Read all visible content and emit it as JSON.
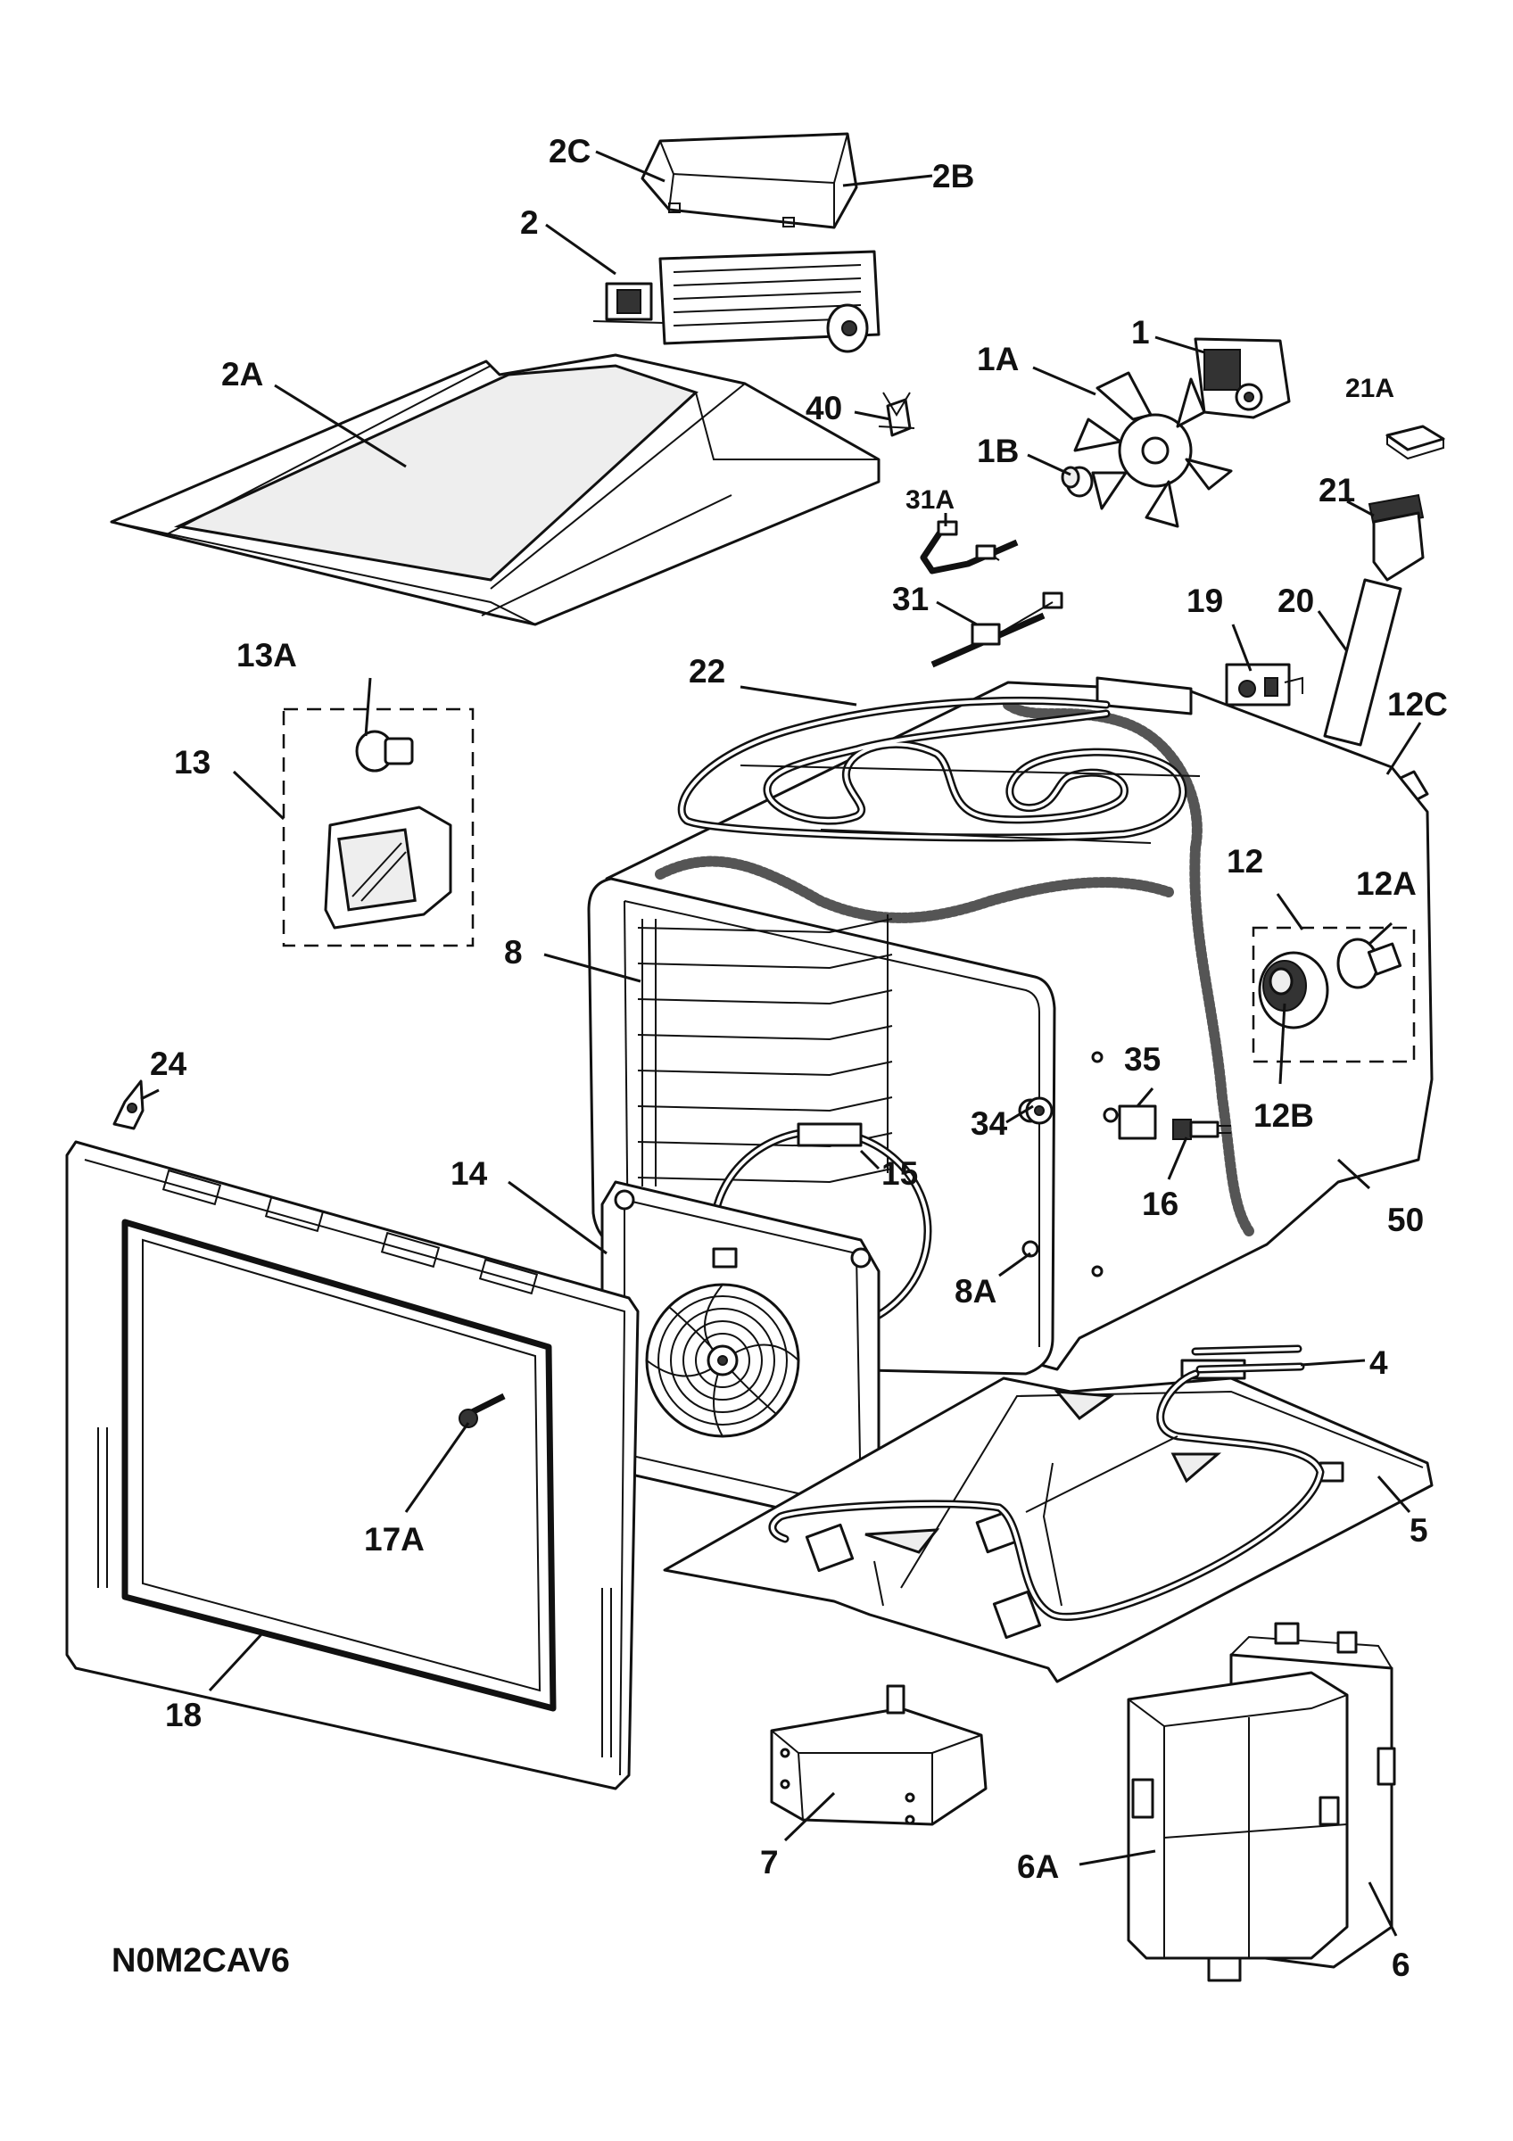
{
  "diagram_code": "N0M2CAV6",
  "parts": {
    "p1": "1",
    "p1A": "1A",
    "p1B": "1B",
    "p2": "2",
    "p2A": "2A",
    "p2B": "2B",
    "p2C": "2C",
    "p4": "4",
    "p5": "5",
    "p6": "6",
    "p6A": "6A",
    "p7": "7",
    "p8": "8",
    "p8A": "8A",
    "p12": "12",
    "p12A": "12A",
    "p12B": "12B",
    "p12C": "12C",
    "p13": "13",
    "p13A": "13A",
    "p14": "14",
    "p15": "15",
    "p16": "16",
    "p17A": "17A",
    "p18": "18",
    "p19": "19",
    "p20": "20",
    "p21": "21",
    "p21A": "21A",
    "p22": "22",
    "p24": "24",
    "p31": "31",
    "p31A": "31A",
    "p34": "34",
    "p35": "35",
    "p40": "40",
    "p50": "50"
  }
}
